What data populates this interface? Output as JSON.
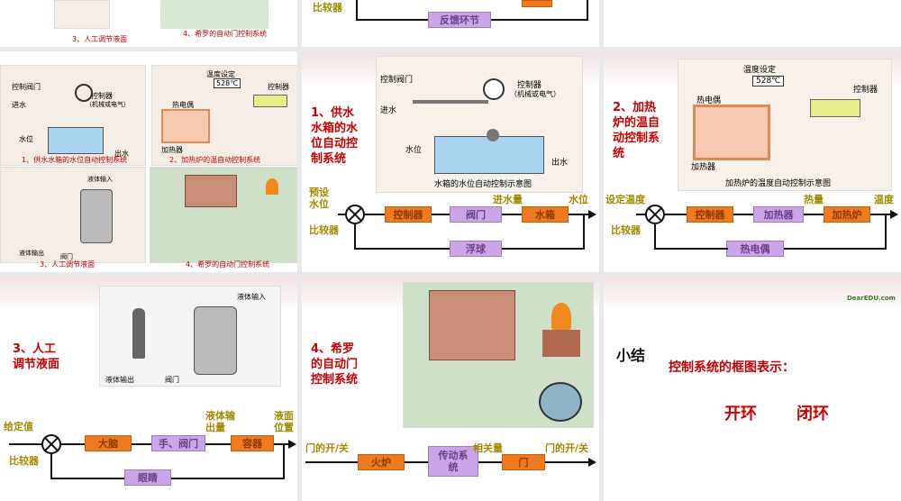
{
  "slide1": {
    "cap3": "3、人工调节液面",
    "cap4": "4、希罗的自动门控制系统"
  },
  "slide2": {
    "left_label": "比较器",
    "feedback": "反馈环节"
  },
  "slide4": {
    "ctrl_valve": "控制阀门",
    "in_water": "进水",
    "controller": "控制器",
    "controller_sub": "（机械或电气）",
    "water_level": "水位",
    "out_water": "出水",
    "temp_set": "温度设定",
    "temp_value": "528℃",
    "thermocouple": "热电偶",
    "controller2": "控制器",
    "heater": "加热器",
    "cap1": "1、供水水箱的水位自动控制系统",
    "cap2": "2、加热炉的温自动控制系统",
    "cap3": "3、人工调节液面",
    "cap4": "4、希罗的自动门控制系统",
    "liquid_in": "液体输入",
    "liquid_out": "液体输出",
    "valve": "阀门"
  },
  "slide5": {
    "title": "1、供水水箱的水位自动控制系统",
    "img_valve": "控制阀门",
    "img_controller": "控制器",
    "img_sub": "（机械或电气）",
    "img_in": "进水",
    "img_level": "水位",
    "img_out": "出水",
    "img_caption": "水箱的水位自动控制示意图",
    "preset": "预设水位",
    "comparator": "比较器",
    "b1": "控制器",
    "b2": "阀门",
    "b3": "水箱",
    "inflow": "进水量",
    "output": "水位",
    "fb": "浮球"
  },
  "slide6": {
    "title": "2、加热炉的温自动控制系统",
    "img_set": "温度设定",
    "img_val": "528℃",
    "img_tc": "热电偶",
    "img_ctrl": "控制器",
    "img_heater": "加热器",
    "img_caption": "加热炉的温度自动控制示意图",
    "setpoint": "设定温度",
    "comparator": "比较器",
    "b1": "控制器",
    "b2": "加热器",
    "b3": "加热炉",
    "heat": "热量",
    "output": "温度",
    "fb": "热电偶"
  },
  "slide7": {
    "title": "3、人工调节液面",
    "liquid_in": "液体输入",
    "liquid_out": "液体输出",
    "valve": "阀门",
    "setpoint": "给定值",
    "comparator": "比较器",
    "b1": "大脑",
    "b2": "手、阀门",
    "b3": "容器",
    "flow": "液体输出量",
    "output": "液面位置",
    "fb": "眼睛"
  },
  "slide8": {
    "title": "4、希罗的自动门控制系统",
    "input": "门的开/关",
    "b1": "火炉",
    "b2": "传动系统",
    "b3": "门",
    "mid": "相关量",
    "output": "门的开/关"
  },
  "slide9": {
    "heading": "小结",
    "subtitle": "控制系统的框图表示：",
    "open": "开环",
    "closed": "闭环"
  }
}
